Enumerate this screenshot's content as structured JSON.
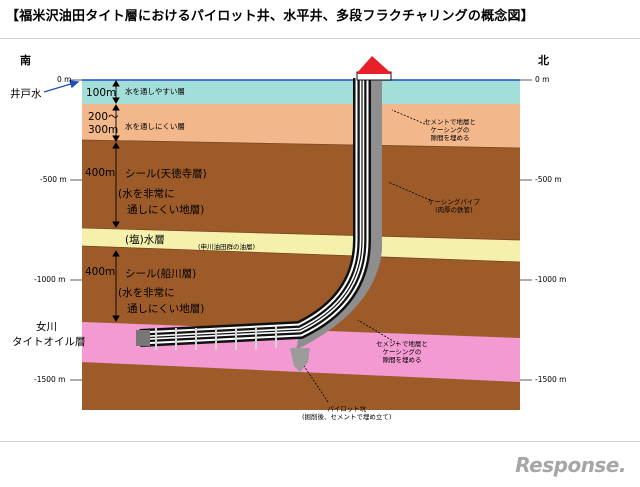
{
  "title": "【福米沢油田タイト層におけるパイロット井、水平井、多段フラクチャリングの概念図】",
  "directions": {
    "south": "南",
    "north": "北"
  },
  "depth_ticks": {
    "m0": "0 m",
    "m500": "-500 m",
    "m1000": "-1000 m",
    "m1500": "-1500 m"
  },
  "left_labels": {
    "well_water": "井戸水",
    "onagawa_line1": "女川",
    "onagawa_line2": "タイトオイル層"
  },
  "thickness": {
    "t1": "100m",
    "t2_line1": "200～",
    "t2_line2": "300m",
    "t3": "400m",
    "t4": "400m"
  },
  "layer_labels": {
    "permeable": "水を通しやすい層",
    "less_permeable": "水を通しにくい層",
    "seal_tentokuji": "シール(天徳寺層)",
    "seal_tentokuji_desc1": "(水を非常に",
    "seal_tentokuji_desc2": "通しにくい地層)",
    "brine": "(塩)水層",
    "brine_note": "(申川油田群の油層)",
    "seal_funakawa": "シール(船川層)",
    "seal_funakawa_desc1": "(水を非常に",
    "seal_funakawa_desc2": "通しにくい地層)"
  },
  "annotations": {
    "cement_top_1": "セメントで地層と",
    "cement_top_2": "ケーシングの",
    "cement_top_3": "隙間を埋める",
    "casing_1": "ケーシングパイプ",
    "casing_2": "(肉厚の鉄管)",
    "cement_bottom_1": "セメントで地層と",
    "cement_bottom_2": "ケーシングの",
    "cement_bottom_3": "隙間を埋める",
    "pilot_1": "パイロット坑",
    "pilot_2": "(掘削後、セメントで埋め立て)"
  },
  "logo": "Response.",
  "colors": {
    "water_layer": "#a3ded9",
    "sand_layer": "#f2b78a",
    "brown_layer": "#9e5b2a",
    "yellow_layer": "#f6f0ad",
    "pink_layer": "#f29ad1",
    "well_top": "#e8202a",
    "well_arrow": "#1f4fbf"
  }
}
